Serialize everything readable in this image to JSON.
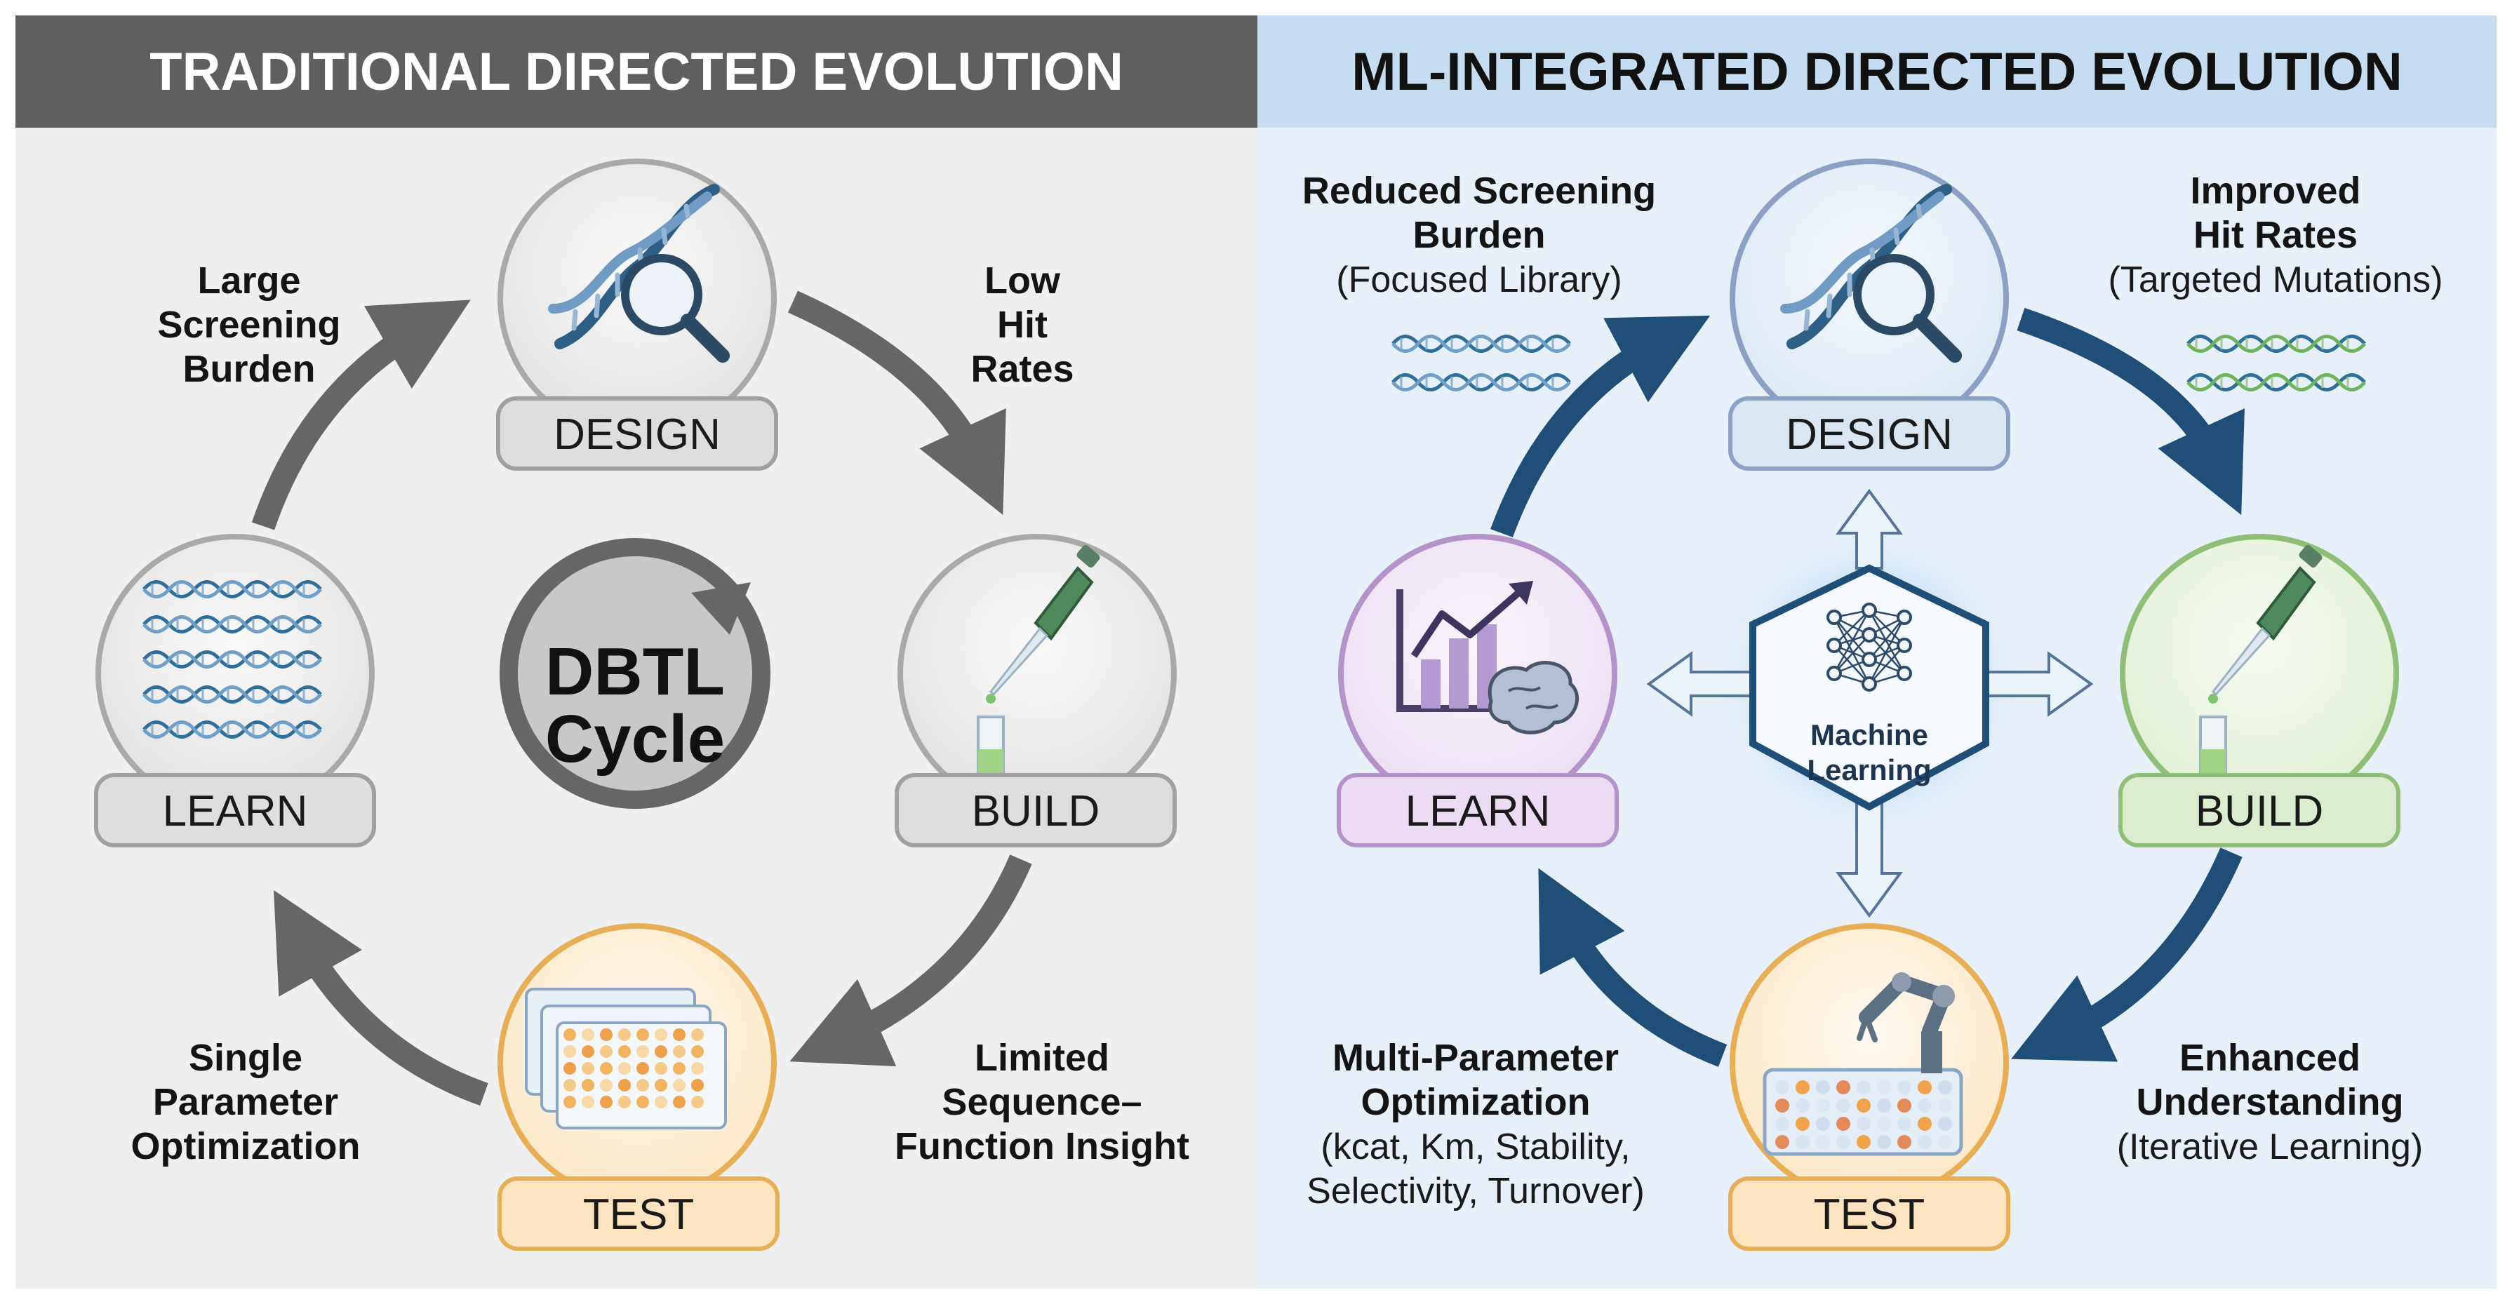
{
  "panels": {
    "traditional": {
      "title": "TRADITIONAL DIRECTED EVOLUTION",
      "nodes": {
        "design": "DESIGN",
        "build": "BUILD",
        "test": "TEST",
        "learn": "LEARN"
      },
      "center": {
        "line1": "DBTL",
        "line2": "Cycle"
      },
      "notes": {
        "top_left": [
          "Large",
          "Screening",
          "Burden"
        ],
        "top_right": [
          "Low",
          "Hit",
          "Rates"
        ],
        "bottom_left": [
          "Single",
          "Parameter",
          "Optimization"
        ],
        "bottom_right": [
          "Limited",
          "Sequence–",
          "Function Insight"
        ]
      }
    },
    "ml": {
      "title": "ML-INTEGRATED DIRECTED EVOLUTION",
      "nodes": {
        "design": "DESIGN",
        "build": "BUILD",
        "test": "TEST",
        "learn": "LEARN"
      },
      "center": {
        "line1": "Machine",
        "line2": "Learning"
      },
      "notes": {
        "top_left": {
          "bold": [
            "Reduced Screening",
            "Burden"
          ],
          "regular": [
            "(Focused Library)"
          ]
        },
        "top_right": {
          "bold": [
            "Improved",
            "Hit Rates"
          ],
          "regular": [
            "(Targeted Mutations)"
          ]
        },
        "bottom_left": {
          "bold": [
            "Multi-Parameter",
            "Optimization"
          ],
          "regular": [
            "(kcat, Km, Stability,",
            "Selectivity, Turnover)"
          ]
        },
        "bottom_right": {
          "bold": [
            "Enhanced",
            "Understanding"
          ],
          "regular": [
            "(Iterative Learning)"
          ]
        }
      }
    }
  },
  "colors": {
    "left_header_bg": "#5f5f5f",
    "right_header_bg": "#c6dcf0",
    "left_panel_bg": "#efefef",
    "right_panel_bg": "#e7f0f9",
    "grey_arrow": "#666666",
    "navy_arrow": "#1f4f78",
    "design_border": "#8aa0c4",
    "build_border": "#8fbf76",
    "test_border": "#e8ae55",
    "learn_border": "#b393c9"
  },
  "icons": [
    "dna-magnifier-icon",
    "pipette-icon",
    "well-plate-icon",
    "dna-stack-icon",
    "growth-chart-brain-icon",
    "neural-network-icon",
    "robot-arm-icon",
    "refresh-arrow-icon"
  ]
}
